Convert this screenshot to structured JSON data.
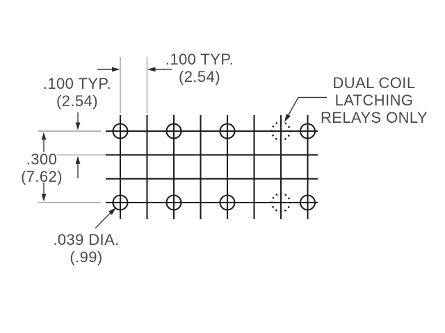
{
  "diagram": {
    "type": "technical-drawing",
    "subject": "Relay PC board hole/pad layout grid",
    "colors": {
      "background": "#ffffff",
      "grid_line": "#1e1e1e",
      "extension_line": "#9c9c9c",
      "dimension_line": "#3b3b3b",
      "text": "#474a50"
    },
    "dimensions": {
      "pitch_left": {
        "value": ".100 TYP.",
        "metric": "(2.54)"
      },
      "pitch_top": {
        "value": ".100 TYP.",
        "metric": "(2.54)"
      },
      "row_spacing": {
        "value": ".300",
        "metric": "(7.62)"
      },
      "hole_diameter": {
        "value": ".039 DIA.",
        "metric": "(.99)"
      }
    },
    "note": {
      "line1": "DUAL COIL",
      "line2": "LATCHING",
      "line3": "RELAYS ONLY"
    },
    "grid": {
      "vertical_lines": 8,
      "horizontal_lines": 4,
      "hole_rows": 2,
      "solid_hole_columns": [
        1,
        3,
        5,
        8
      ],
      "dotted_hole_columns": [
        7
      ],
      "dotted_hole_meaning": "hole used by dual coil latching relays only",
      "column_pitch_inches": 0.1,
      "column_pitch_mm": 2.54,
      "row_spacing_inches": 0.3,
      "row_spacing_mm": 7.62,
      "hole_diameter_inches": 0.039,
      "hole_diameter_mm": 0.99
    }
  }
}
